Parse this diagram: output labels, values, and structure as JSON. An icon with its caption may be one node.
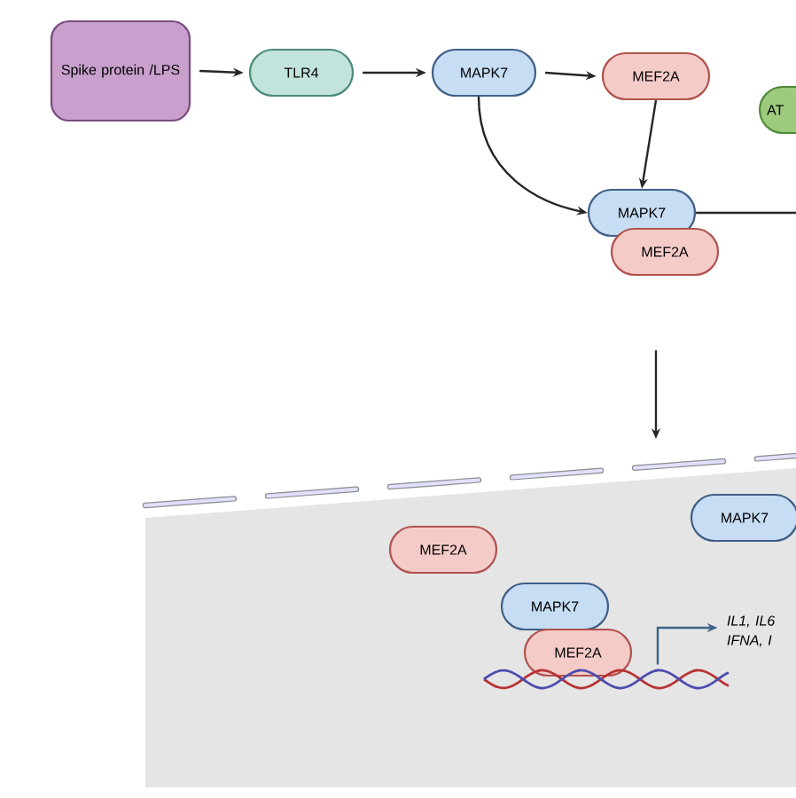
{
  "diagram": {
    "nodes": [
      {
        "text": [
          "Spike protein /LPS"
        ]
      },
      {
        "text": [
          "TLR4"
        ]
      },
      {
        "text": [
          "MAPK7"
        ]
      },
      {
        "text": [
          "MEF2A"
        ]
      },
      {
        "text": [
          "AT"
        ]
      },
      {
        "text": [
          "MAPK7"
        ]
      },
      {
        "text": [
          "MEF2A"
        ]
      },
      {
        "text": [],
        "shape": "box"
      },
      {
        "text": [
          "MEF2A"
        ],
        "in": 7
      },
      {
        "text": [
          "MAPK7"
        ],
        "in": 7
      },
      {
        "text": [
          "MAPK7"
        ],
        "in": 7
      },
      {
        "text": [
          "MEF2A"
        ],
        "in": 7
      },
      {
        "text": [],
        "shape": "picture",
        "in": 7
      },
      {
        "text": [
          "IL1, IL6 IFNA, I"
        ],
        "in": 7
      }
    ],
    "edges": [
      {
        "from": 0,
        "to": 1,
        "arrow": "to"
      },
      {
        "from": 1,
        "to": 2,
        "arrow": "to"
      },
      {
        "from": 2,
        "to": 3,
        "arrow": "to"
      },
      {
        "from": 3,
        "to": 5,
        "arrow": "to"
      },
      {
        "from": 2,
        "to": 5,
        "arrow": "to"
      },
      {
        "from": 5,
        "to": null,
        "arrow": "none"
      },
      {
        "from": 6,
        "to": 7,
        "arrow": "to"
      },
      {
        "from": 12,
        "to": 13,
        "arrow": "to",
        "color": "#3d6488"
      }
    ]
  }
}
